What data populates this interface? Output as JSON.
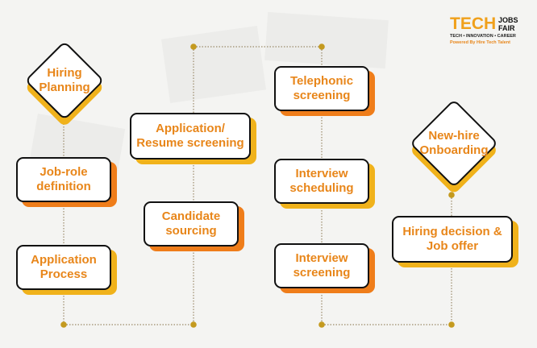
{
  "logo": {
    "tech": "TECH",
    "jobs": "JOBS",
    "fair": "FAIR",
    "tagline": "TECH • INNOVATION • CAREER",
    "powered": "Powered By Hire Tech Talent"
  },
  "colors": {
    "accent_text": "#e8861a",
    "shadow_yellow": "#f0b21b",
    "shadow_orange": "#ef7d1a",
    "connector": "#c49a1f",
    "border": "#111111"
  },
  "nodes": {
    "hiring_planning": "Hiring\nPlanning",
    "job_role_definition": "Job-role\ndefinition",
    "application_process": "Application\nProcess",
    "application_resume_screening": "Application/\nResume screening",
    "candidate_sourcing": "Candidate\nsourcing",
    "telephonic_screening": "Telephonic\nscreening",
    "interview_scheduling": "Interview\nscheduling",
    "interview_screening": "Interview\nscreening",
    "new_hire_onboarding": "New-hire\nOnboarding",
    "hiring_decision_job_offer": "Hiring decision &\nJob offer"
  }
}
